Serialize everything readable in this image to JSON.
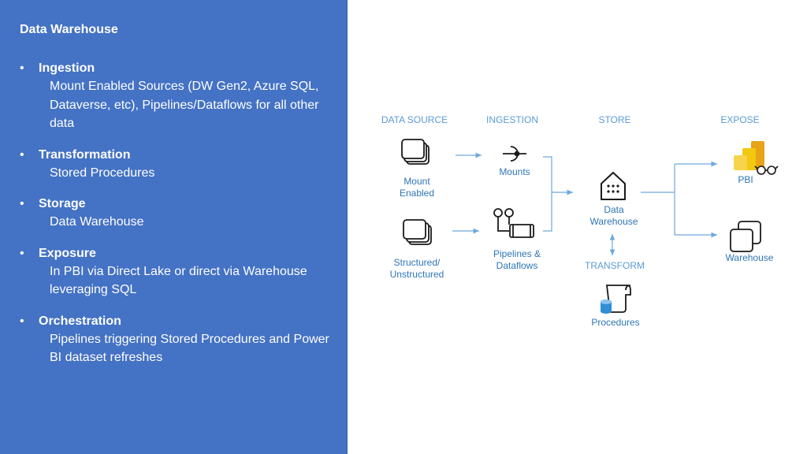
{
  "panel": {
    "title": "Data Warehouse",
    "items": [
      {
        "heading": "Ingestion",
        "text": "Mount Enabled Sources (DW Gen2, Azure SQL, Dataverse, etc), Pipelines/Dataflows for all other data"
      },
      {
        "heading": "Transformation",
        "text": "Stored Procedures"
      },
      {
        "heading": "Storage",
        "text": "Data Warehouse"
      },
      {
        "heading": "Exposure",
        "text": "In PBI via Direct Lake or direct via Warehouse leveraging SQL"
      },
      {
        "heading": "Orchestration",
        "text": "Pipelines triggering Stored Procedures and Power BI dataset refreshes"
      }
    ]
  },
  "diagram": {
    "headers": {
      "source": "DATA SOURCE",
      "ingestion": "INGESTION",
      "store": "STORE",
      "expose": "EXPOSE",
      "transform": "TRANSFORM"
    },
    "nodes": {
      "mount_enabled": [
        "Mount",
        "Enabled"
      ],
      "structured": [
        "Structured/",
        "Unstructured"
      ],
      "mounts": [
        "Mounts"
      ],
      "pipelines": [
        "Pipelines &",
        "Dataflows"
      ],
      "warehouse_store": [
        "Data",
        "Warehouse"
      ],
      "procedures": [
        "Procedures"
      ],
      "pbi": [
        "PBI"
      ],
      "warehouse_expose": [
        "Warehouse"
      ]
    },
    "colors": {
      "header": "#5b9bd5",
      "label": "#2e75b6",
      "arrow": "#6fa8dc",
      "icon": "#1a1a1a",
      "pbi_yellow": "#f2c811",
      "pbi_dark": "#e8a317",
      "cylinder": "#2e8fd6"
    }
  }
}
